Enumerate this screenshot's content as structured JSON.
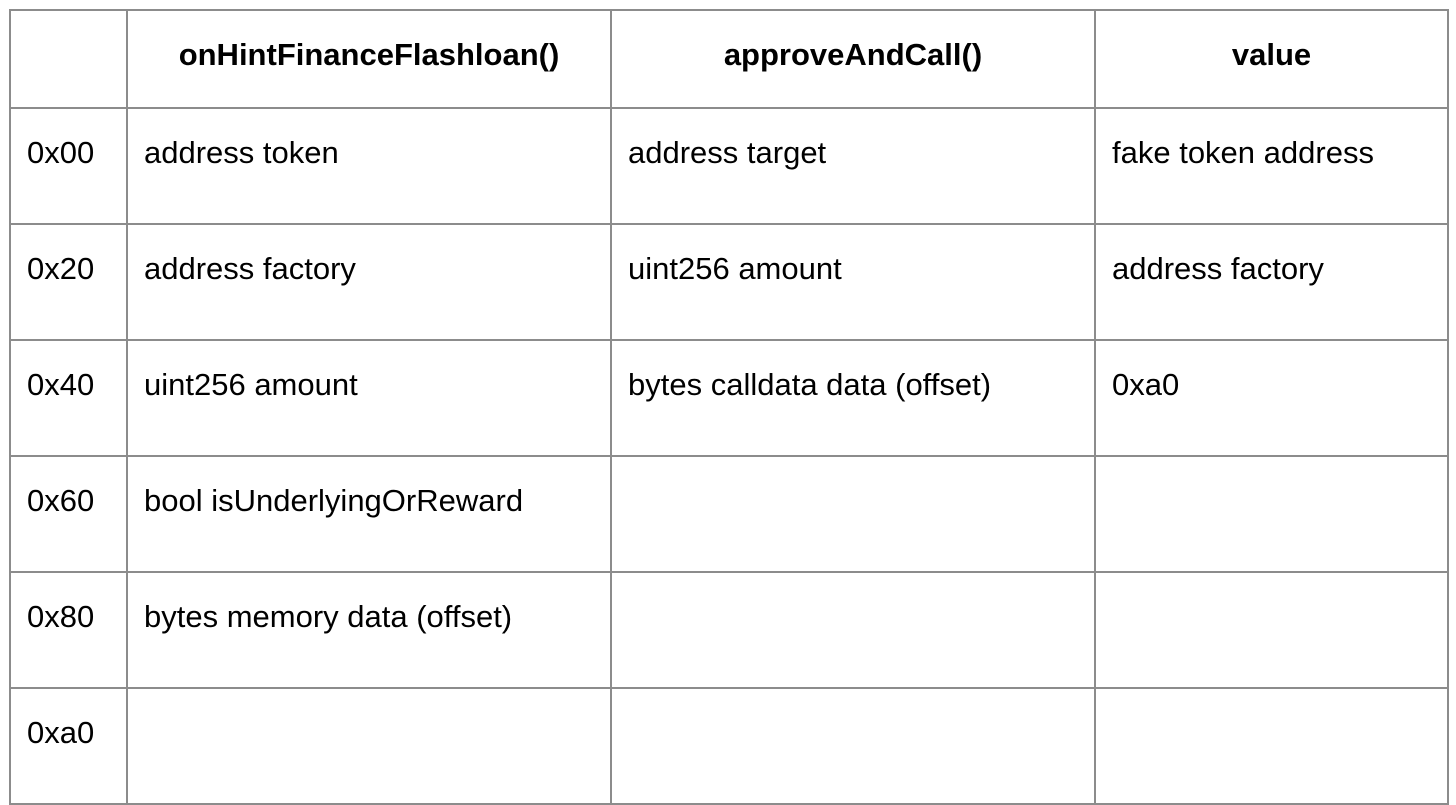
{
  "table": {
    "headers": [
      "",
      "onHintFinanceFlashloan()",
      "approveAndCall()",
      "value"
    ],
    "rows": [
      [
        "0x00",
        "address token",
        "address target",
        "fake token address"
      ],
      [
        "0x20",
        "address factory",
        "uint256 amount",
        "address factory"
      ],
      [
        "0x40",
        "uint256 amount",
        "bytes calldata data (offset)",
        "0xa0"
      ],
      [
        "0x60",
        "bool isUnderlyingOrReward",
        "",
        ""
      ],
      [
        "0x80",
        "bytes memory data (offset)",
        "",
        ""
      ],
      [
        "0xa0",
        "",
        "",
        ""
      ]
    ]
  }
}
